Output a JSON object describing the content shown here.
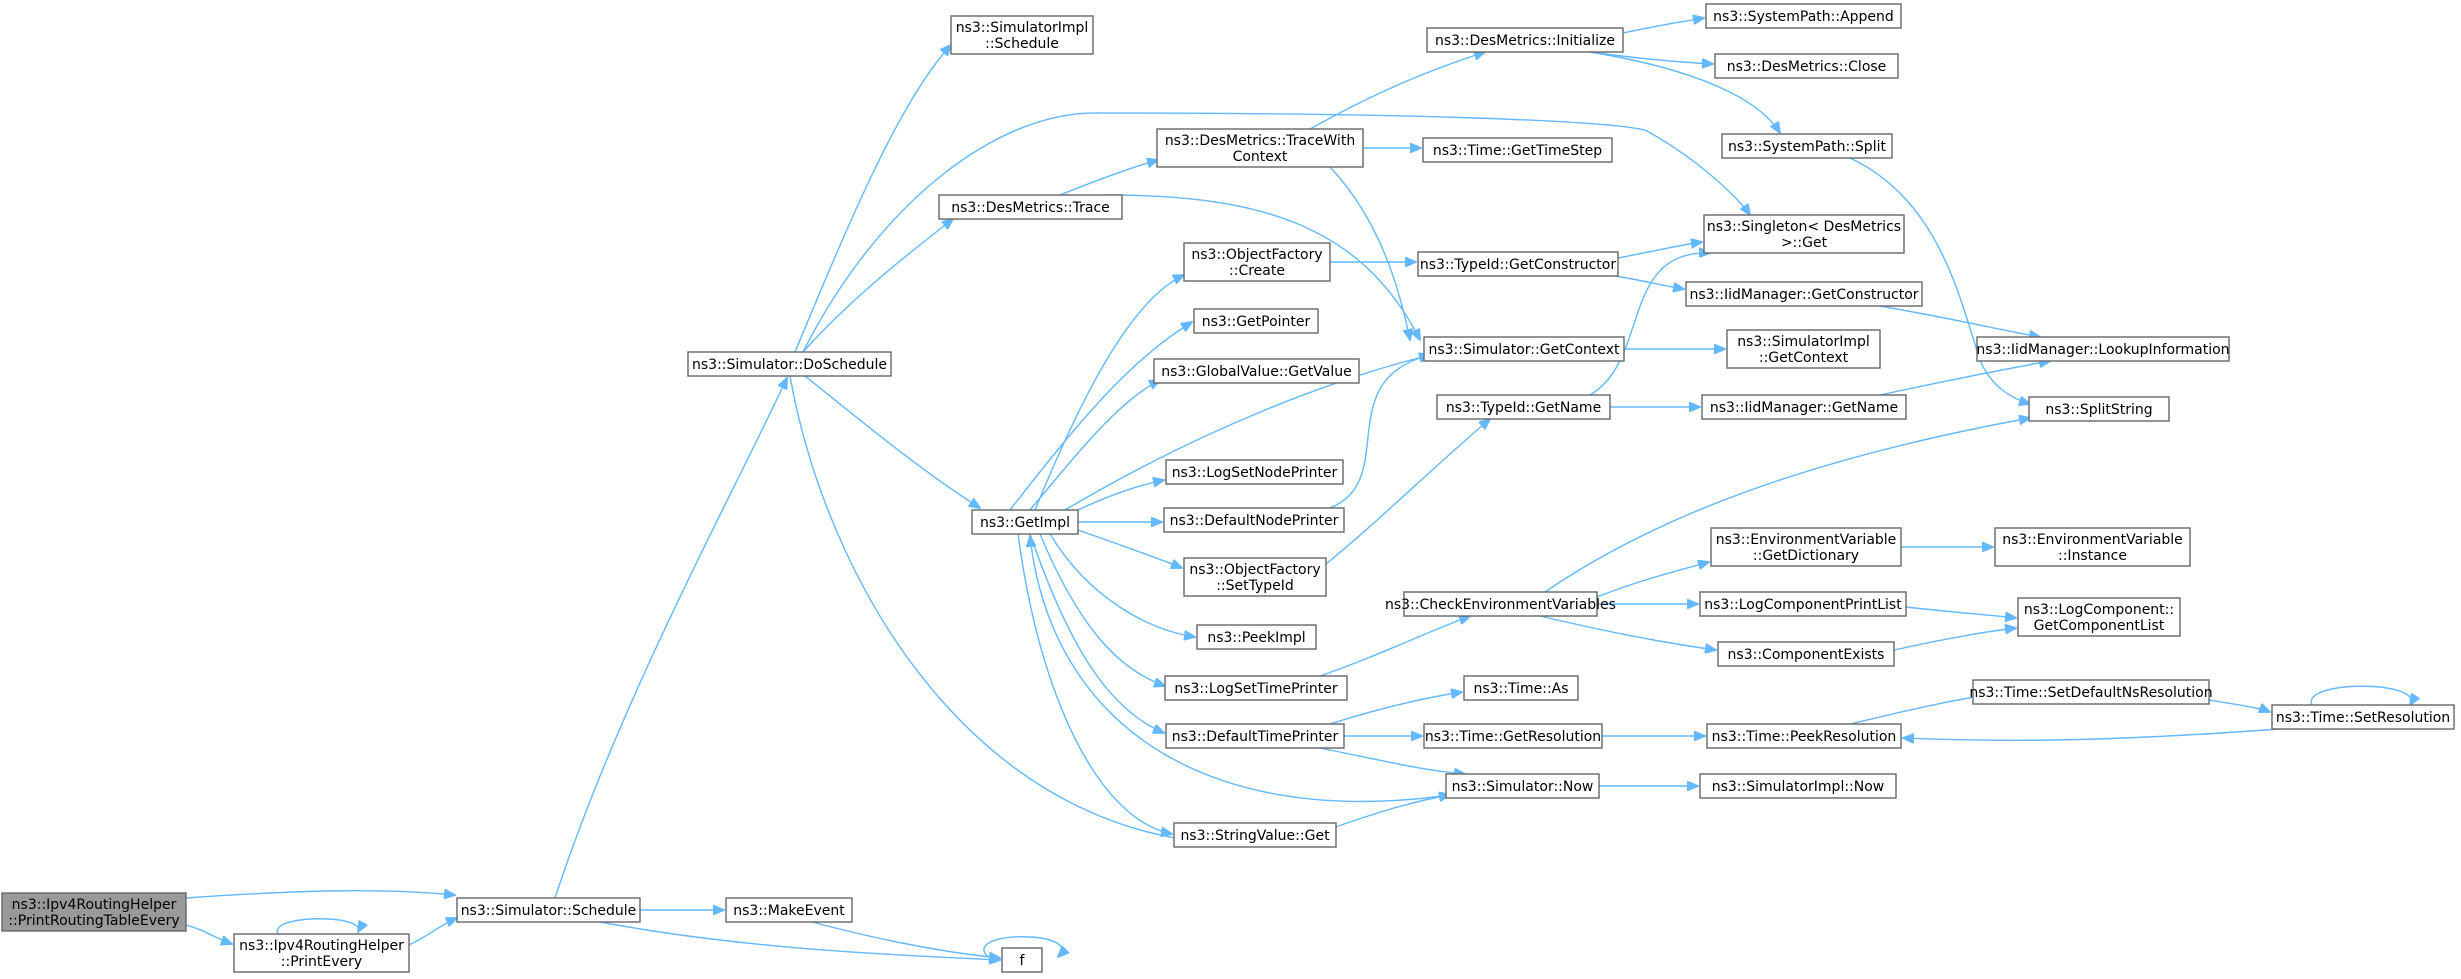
{
  "nodes": {
    "pr": [
      "ns3::Ipv4RoutingHelper",
      "::PrintRoutingTableEvery"
    ],
    "pe": [
      "ns3::Ipv4RoutingHelper",
      "::PrintEvery"
    ],
    "ss": [
      "ns3::Simulator::Schedule"
    ],
    "me": [
      "ns3::MakeEvent"
    ],
    "f": [
      "f"
    ],
    "ds": [
      "ns3::Simulator::DoSchedule"
    ],
    "sis": [
      "ns3::SimulatorImpl",
      "::Schedule"
    ],
    "dmt": [
      "ns3::DesMetrics::Trace"
    ],
    "dtw": [
      "ns3::DesMetrics::TraceWith",
      "Context"
    ],
    "gi": [
      "ns3::GetImpl"
    ],
    "dmi": [
      "ns3::DesMetrics::Initialize"
    ],
    "tgts": [
      "ns3::Time::GetTimeStep"
    ],
    "spa": [
      "ns3::SystemPath::Append"
    ],
    "dmc": [
      "ns3::DesMetrics::Close"
    ],
    "sps": [
      "ns3::SystemPath::Split"
    ],
    "sg": [
      "ns3::Singleton< DesMetrics",
      ">::Get"
    ],
    "ofc": [
      "ns3::ObjectFactory",
      "::Create"
    ],
    "tgc": [
      "ns3::TypeId::GetConstructor"
    ],
    "igc": [
      "ns3::IidManager::GetConstructor"
    ],
    "gp": [
      "ns3::GetPointer"
    ],
    "ili": [
      "ns3::IidManager::LookupInformation"
    ],
    "gvg": [
      "ns3::GlobalValue::GetValue"
    ],
    "sgc": [
      "ns3::Simulator::GetContext"
    ],
    "sigc": [
      "ns3::SimulatorImpl",
      "::GetContext"
    ],
    "tgn": [
      "ns3::TypeId::GetName"
    ],
    "ign": [
      "ns3::IidManager::GetName"
    ],
    "spl": [
      "ns3::SplitString"
    ],
    "lsnp": [
      "ns3::LogSetNodePrinter"
    ],
    "dnp": [
      "ns3::DefaultNodePrinter"
    ],
    "evgd": [
      "ns3::EnvironmentVariable",
      "::GetDictionary"
    ],
    "evi": [
      "ns3::EnvironmentVariable",
      "::Instance"
    ],
    "ofst": [
      "ns3::ObjectFactory",
      "::SetTypeId"
    ],
    "cev": [
      "ns3::CheckEnvironmentVariables"
    ],
    "lcpl": [
      "ns3::LogComponentPrintList"
    ],
    "lcgl": [
      "ns3::LogComponent::",
      "GetComponentList"
    ],
    "pi": [
      "ns3::PeekImpl"
    ],
    "ce": [
      "ns3::ComponentExists"
    ],
    "lstp": [
      "ns3::LogSetTimePrinter"
    ],
    "ta": [
      "ns3::Time::As"
    ],
    "tsdn": [
      "ns3::Time::SetDefaultNsResolution"
    ],
    "dtp": [
      "ns3::DefaultTimePrinter"
    ],
    "tgr": [
      "ns3::Time::GetResolution"
    ],
    "tpr": [
      "ns3::Time::PeekResolution"
    ],
    "tsr": [
      "ns3::Time::SetResolution"
    ],
    "sn": [
      "ns3::Simulator::Now"
    ],
    "sin": [
      "ns3::SimulatorImpl::Now"
    ],
    "svg": [
      "ns3::StringValue::Get"
    ]
  },
  "colors": {
    "edge": "#63b8ff",
    "border": "#666666",
    "root_fill": "#999999",
    "node_fill": "#ffffff"
  }
}
